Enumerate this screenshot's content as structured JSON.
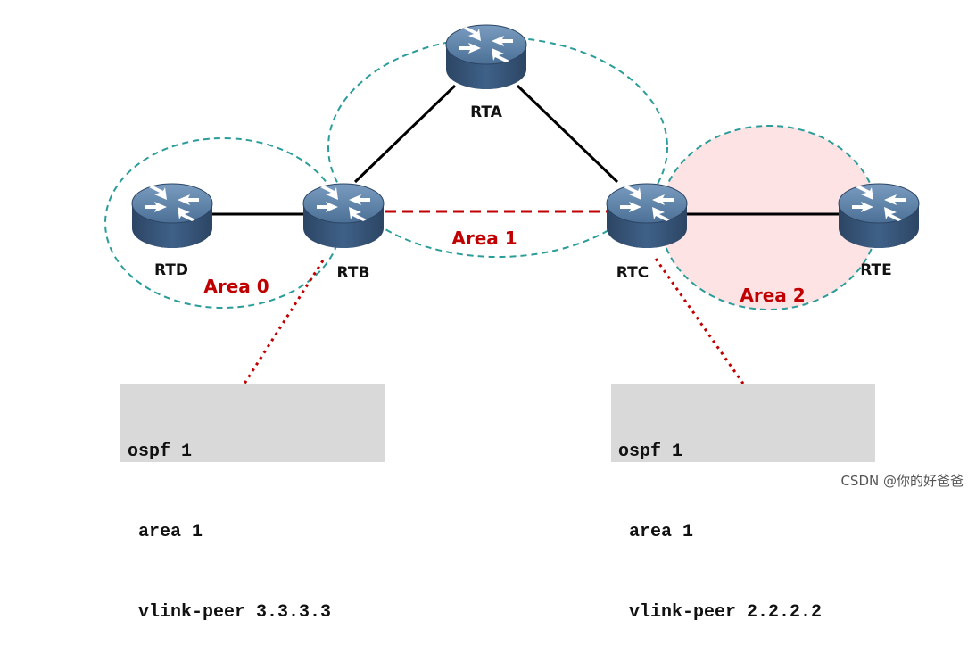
{
  "routers": {
    "rta": "RTA",
    "rtb": "RTB",
    "rtc": "RTC",
    "rtd": "RTD",
    "rte": "RTE"
  },
  "areas": {
    "area0": "Area 0",
    "area1": "Area 1",
    "area2": "Area 2"
  },
  "config_rtb": [
    "ospf 1",
    " area 1",
    " vlink-peer 3.3.3.3"
  ],
  "config_rtc": [
    "ospf 1",
    " area 1",
    " vlink-peer 2.2.2.2"
  ],
  "watermark": "CSDN @你的好爸爸",
  "colors": {
    "area_boundary": "#2a9d9a",
    "area2_fill": "#fde3e3",
    "area_label": "#c00000",
    "virtual_link": "#c00000",
    "router_body": "#3a5a7e",
    "router_top": "#5a7ea6",
    "code_background": "#d9d9d9"
  },
  "icons": {
    "router": "router-icon"
  }
}
